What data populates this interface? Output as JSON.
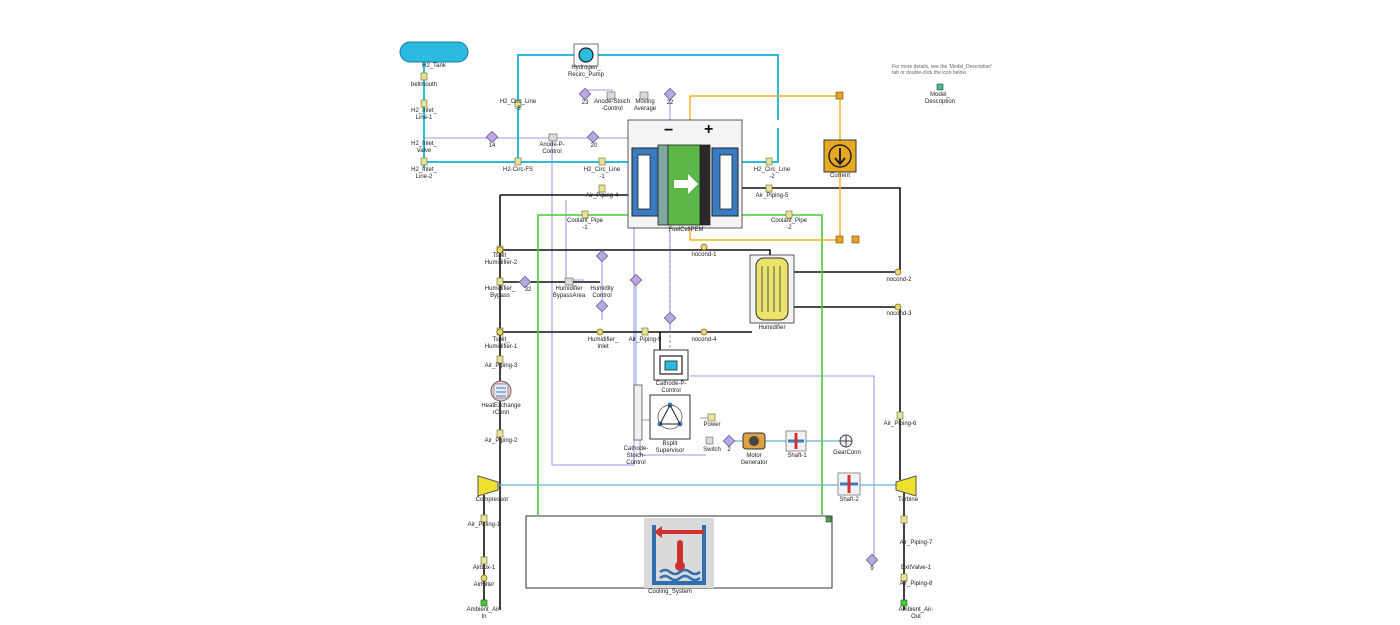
{
  "labels": {
    "h2_tank": "H2_Tank",
    "bellmouth": "bellmouth",
    "h2_inlet_line_1": "H2_Inlet_\nLine-1",
    "h2_inlet_valve": "H2_Inlet_\nValve",
    "h2_inlet_line_2": "H2_Inlet_\nLine-2",
    "hydrogen_pump": "Hydrogen_\nRecirc_Pump",
    "h2_circ_line_3": "H2_Circ_Line\n-3",
    "anode_stoich": "Anode-Stoich\n-Control",
    "moving_average": "Moving\nAverage",
    "anode_p_control": "Anode-P-\nControl",
    "h2_circ_fs": "H2-Circ-FS",
    "h2_circ_line_1": "H2_Circ_Line\n-1",
    "h2_circ_line_2": "H2_Circ_Line\n-2",
    "air_piping_4": "Air_Piping-4",
    "air_piping_5": "Air_Piping-5",
    "coolant_pipe_1": "Coolant_Pipe\n-1",
    "coolant_pipe_2": "Coolant_Pipe\n-2",
    "fuelcell": "FuelCellPEM",
    "current": "Current",
    "model_desc": "Model_\nDescription",
    "note": "For more details, see the 'Model_Description'\ntab or double-click the icon below.",
    "tsplit_humidifier_2": "Tsplit_\nHumidifier-2",
    "nocond_1": "nocond-1",
    "nocond_2": "nocond-2",
    "nocond_3": "nocond-3",
    "nocond_4": "nocond-4",
    "humidifier_bypass": "Humidifier_\nBypass",
    "humidifier_bypass_area": "Humidifier\nBypassArea",
    "humidity_control": "Humidity\nControl",
    "humidifier": "Humidifier",
    "tsplit_humidifier_1": "Tsplit_\nHumidifier-1",
    "humidifier_inlet": "Humidifier_\nInlet",
    "air_piping_9": "Air_Piping-9",
    "air_piping_3": "Air_Piping-3",
    "heat_exchanger": "HeatExchange\nrConn",
    "cathode_p_control": "Cathode-P-\nControl",
    "air_piping_2": "Air_Piping-2",
    "cathode_stoich": "Cathode-\nStoich-\nControl",
    "bsplit": "Bsplit\nSupervisor",
    "power": "Power",
    "switch": "Switch",
    "motor_generator": "Motor\nGenerator",
    "shaft_1": "Shaft-1",
    "gearconn": "GearConn",
    "compressor": "Compressor",
    "shaft_2": "Shaft-2",
    "turbine": "Turbine",
    "air_piping_6": "Air_Piping-6",
    "air_piping_1": "Air_Piping-1",
    "airbox_1": "Airbox-1",
    "air_filter": "AirFilter",
    "ambient_air_in": "Ambient_Air-\nIn",
    "cooling_system": "Cooling_System",
    "air_piping_7": "Air_Piping-7",
    "exit_valve": "ExitValve-1",
    "air_piping_8": "Air_Piping-8",
    "ambient_air_out": "Ambient_Air-\nOut"
  },
  "numbers": {
    "n14": "14",
    "n20": "20",
    "n23": "23",
    "n22": "22",
    "n32": "32",
    "n2": "2",
    "n9": "9"
  },
  "symbols": {
    "minus": "−",
    "plus": "+"
  },
  "colors": {
    "h2_line": "#2bbbe0",
    "air_line": "#111111",
    "coolant_line": "#44cc33",
    "signal_line": "#7b7bdc",
    "electric_line": "#f0b020",
    "dashed_line": "#8866cc",
    "stack_blue": "#3a7cc4",
    "stack_green": "#5cb648"
  }
}
